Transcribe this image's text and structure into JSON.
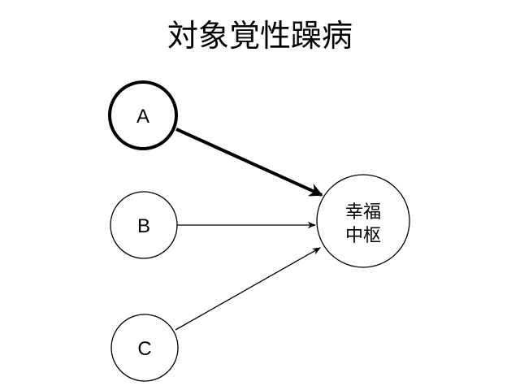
{
  "title": "対象覚性躁病",
  "nodes": {
    "a": {
      "label": "A"
    },
    "b": {
      "label": "B"
    },
    "c": {
      "label": "C"
    },
    "hub": {
      "label_line1": "幸福",
      "label_line2": "中枢"
    }
  },
  "edges": [
    {
      "from": "A",
      "to": "幸福中枢",
      "emphasis": "bold"
    },
    {
      "from": "B",
      "to": "幸福中枢",
      "emphasis": "normal"
    },
    {
      "from": "C",
      "to": "幸福中枢",
      "emphasis": "normal"
    }
  ],
  "colors": {
    "stroke": "#000000",
    "background": "#ffffff"
  }
}
